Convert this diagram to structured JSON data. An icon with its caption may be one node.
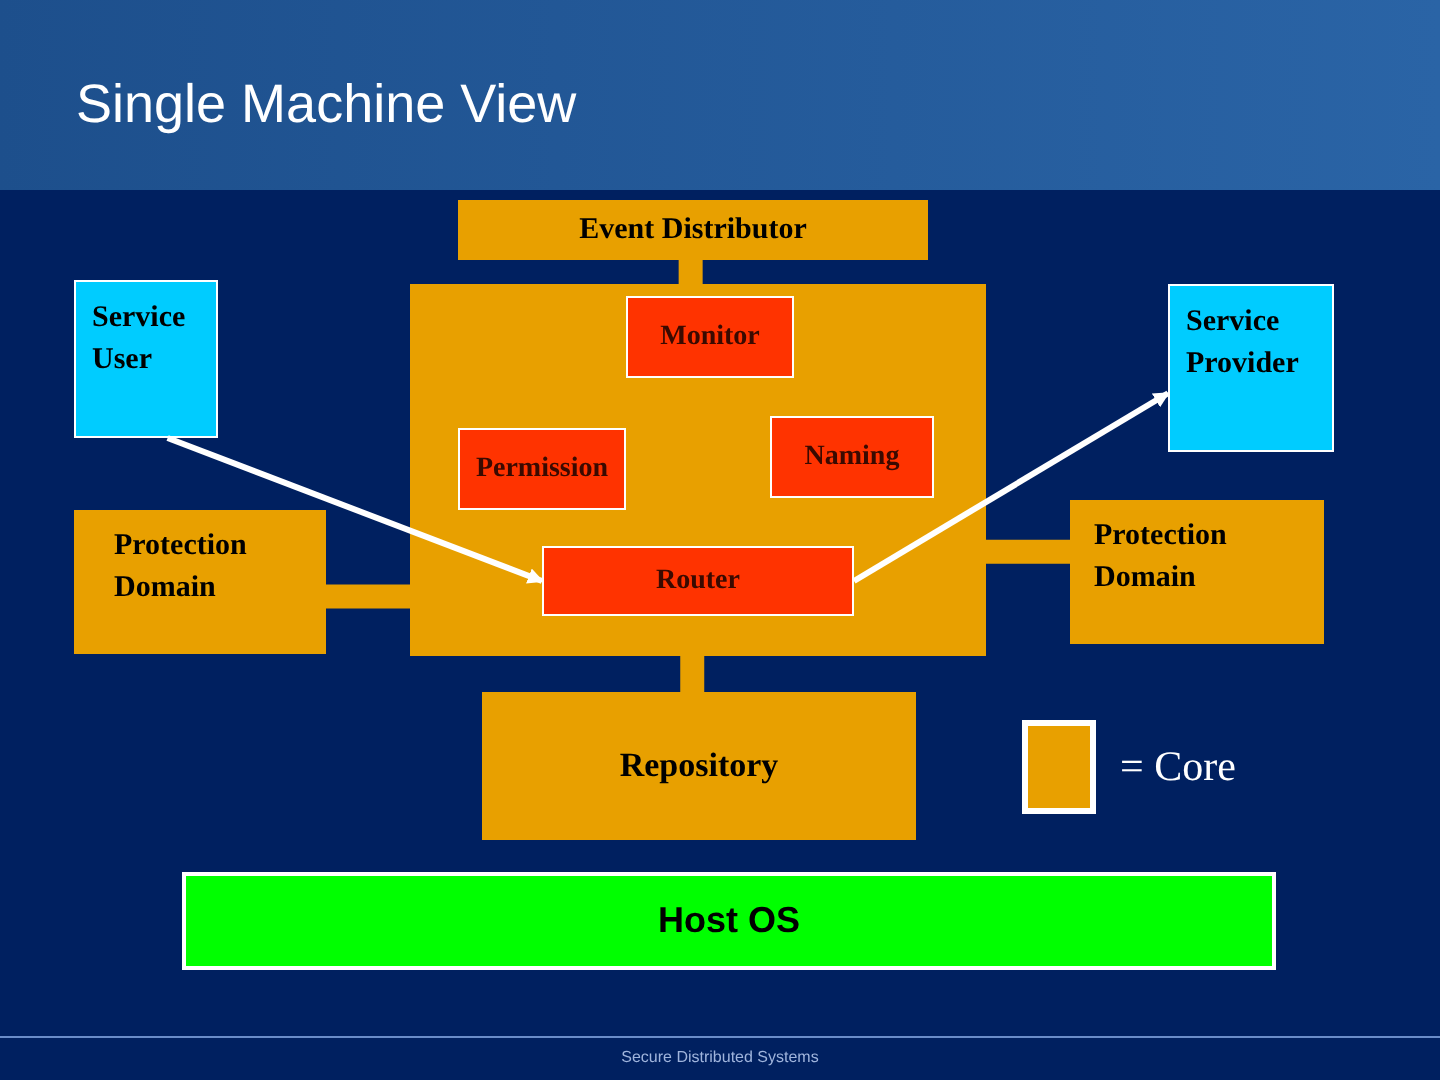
{
  "diagram": {
    "title": "Single Machine View",
    "nodes": [
      {
        "text": [
          "Event Distributor"
        ]
      },
      {
        "text": [
          "Service User"
        ]
      },
      {
        "text": [
          "Service Provider"
        ]
      },
      {
        "text": [],
        "shape": "box"
      },
      {
        "text": [
          "Monitor"
        ],
        "in": 3
      },
      {
        "text": [
          "Permission"
        ],
        "in": 3
      },
      {
        "text": [
          "Naming"
        ],
        "in": 3
      },
      {
        "text": [
          "Router"
        ],
        "in": 3
      },
      {
        "text": [
          "Protection Domain"
        ]
      },
      {
        "text": [
          "Protection Domain"
        ]
      },
      {
        "text": [
          "Repository"
        ]
      },
      {
        "text": [
          "Host OS"
        ]
      }
    ],
    "edges": [
      {
        "from": 0,
        "to": 3,
        "arrow": "none"
      },
      {
        "from": 3,
        "to": 10,
        "arrow": "none"
      },
      {
        "from": 8,
        "to": 3,
        "arrow": "none"
      },
      {
        "from": 3,
        "to": 9,
        "arrow": "none"
      },
      {
        "from": 1,
        "to": 7,
        "arrow": "to",
        "color": "#ffffff"
      },
      {
        "from": 7,
        "to": 2,
        "arrow": "to",
        "color": "#ffffff"
      }
    ],
    "labels": [
      "Secure Distributed Systems"
    ],
    "legend": [
      {
        "text": "= Core",
        "color": "#e8a000"
      }
    ]
  }
}
